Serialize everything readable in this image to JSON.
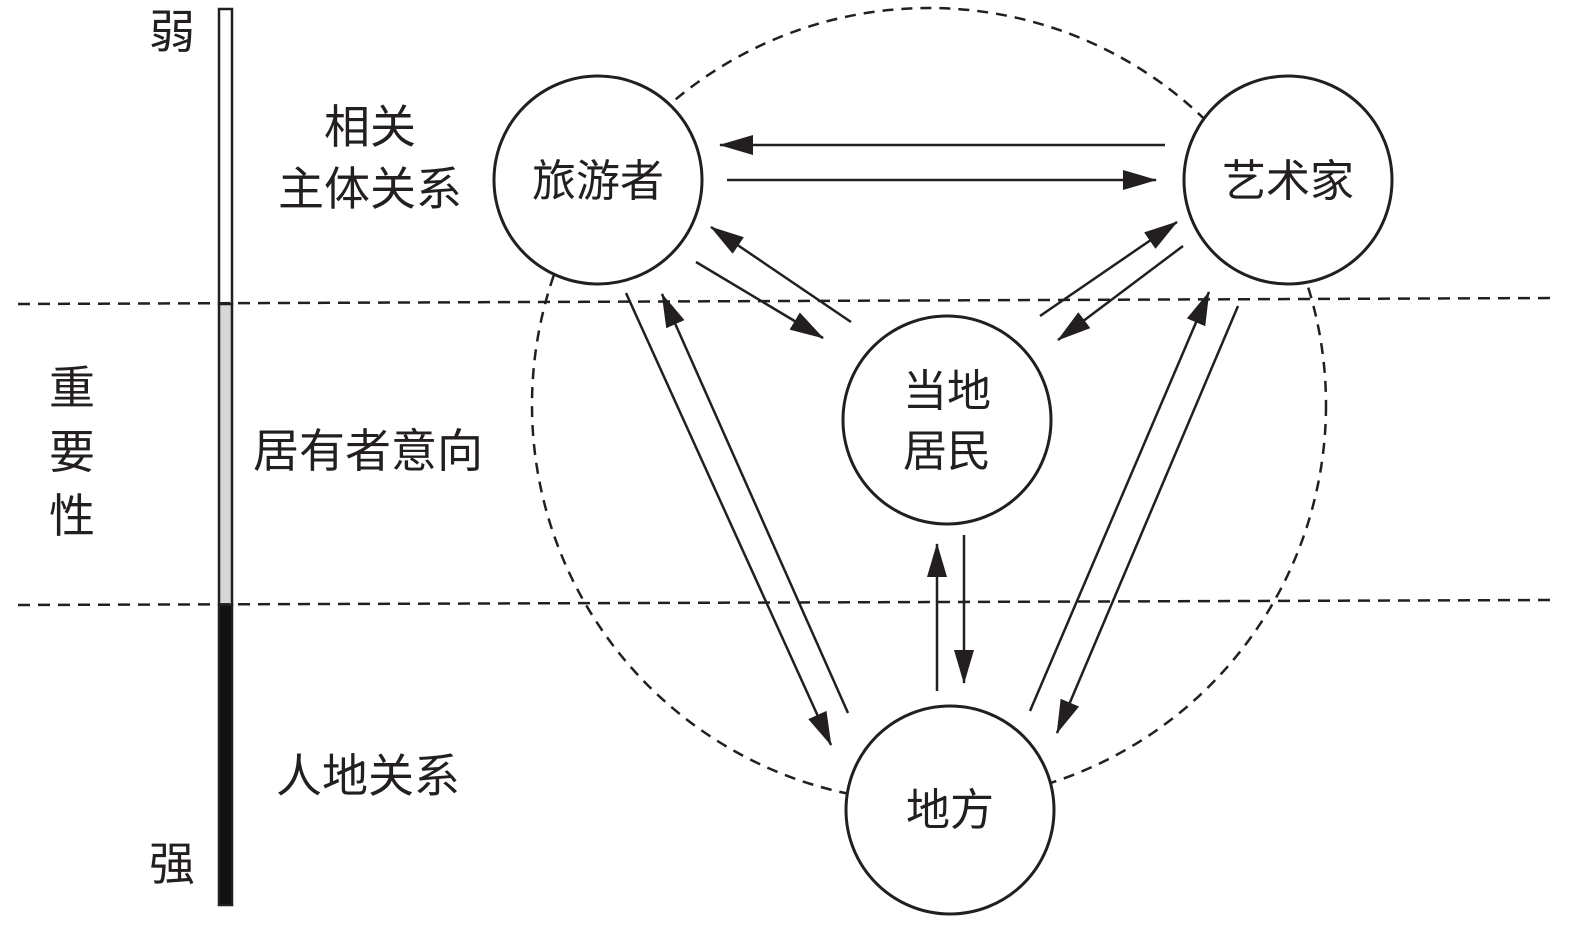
{
  "scale": {
    "weak": "弱",
    "strong": "强",
    "axis_title": "重要性",
    "segment_colors": [
      "#ffffff",
      "#d6d6d6",
      "#111111"
    ]
  },
  "levels": [
    {
      "id": "subject",
      "lines": [
        "相关",
        "主体关系"
      ]
    },
    {
      "id": "occupant",
      "lines": [
        "居有者意向"
      ]
    },
    {
      "id": "people-place",
      "lines": [
        "人地关系"
      ]
    }
  ],
  "nodes": [
    {
      "id": "tourist",
      "lines": [
        "旅游者"
      ]
    },
    {
      "id": "artist",
      "lines": [
        "艺术家"
      ]
    },
    {
      "id": "resident",
      "lines": [
        "当地",
        "居民"
      ]
    },
    {
      "id": "place",
      "lines": [
        "地方"
      ]
    }
  ],
  "relations": [
    {
      "from": "tourist",
      "to": "artist"
    },
    {
      "from": "artist",
      "to": "tourist"
    },
    {
      "from": "tourist",
      "to": "resident"
    },
    {
      "from": "resident",
      "to": "tourist"
    },
    {
      "from": "artist",
      "to": "resident"
    },
    {
      "from": "resident",
      "to": "artist"
    },
    {
      "from": "tourist",
      "to": "place"
    },
    {
      "from": "place",
      "to": "tourist"
    },
    {
      "from": "artist",
      "to": "place"
    },
    {
      "from": "place",
      "to": "artist"
    },
    {
      "from": "resident",
      "to": "place"
    },
    {
      "from": "place",
      "to": "resident"
    }
  ],
  "colors": {
    "ink": "#231f20"
  }
}
